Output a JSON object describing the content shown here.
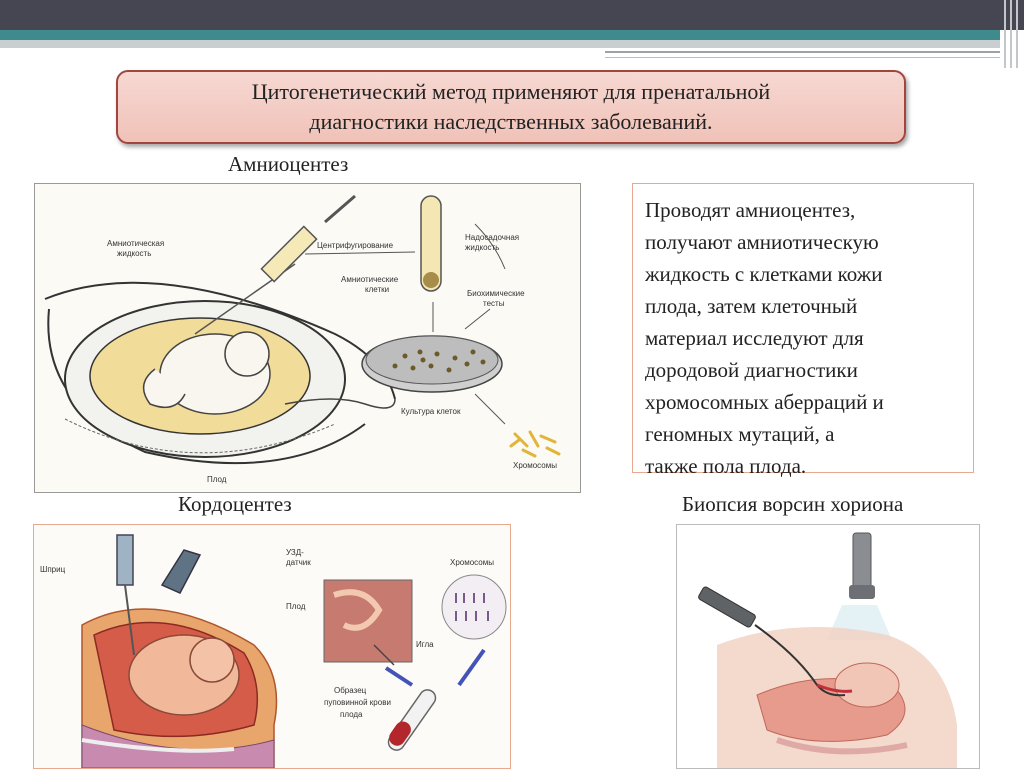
{
  "slide": {
    "title_line1": "Цитогенетический метод применяют для пренатальной",
    "title_line2": "диагностики наследственных заболеваний."
  },
  "amniocentesis": {
    "caption": "Амниоцентез",
    "labels": {
      "amniotic_fluid_1": "Амниотическая",
      "amniotic_fluid_2": "жидкость",
      "centrifuge": "Центрифугирование",
      "supernatant_1": "Надосадочная",
      "supernatant_2": "жидкость",
      "amniotic_cells_1": "Амниотические",
      "amniotic_cells_2": "клетки",
      "biochem_1": "Биохимические",
      "biochem_2": "тесты",
      "cell_culture": "Культура клеток",
      "chromosomes": "Хромосомы",
      "fetus": "Плод"
    }
  },
  "info": {
    "lines": [
      "Проводят амниоцентез,",
      "получают амниотическую",
      "жидкость с клетками кожи",
      "плода, затем клеточный",
      "материал исследуют для",
      "дородовой диагностики",
      "хромосомных аберраций и",
      "геномных мутаций, а",
      "также пола плода."
    ]
  },
  "cordocentesis": {
    "caption": "Кордоцентез",
    "labels": {
      "syringe": "Шприц",
      "uzd_1": "УЗД-",
      "uzd_2": "датчик",
      "fetus": "Плод",
      "chromosomes": "Хромосомы",
      "needle": "Игла",
      "sample_1": "Образец",
      "sample_2": "пуповинной крови",
      "sample_3": "плода"
    }
  },
  "biopsy": {
    "caption": "Биопсия ворсин хориона"
  },
  "colors": {
    "header_dark": "#464653",
    "header_teal": "#3f8a8c",
    "title_border": "#a0463f",
    "title_fill": "#f3ccc4",
    "info_border": "#e7a98f"
  }
}
